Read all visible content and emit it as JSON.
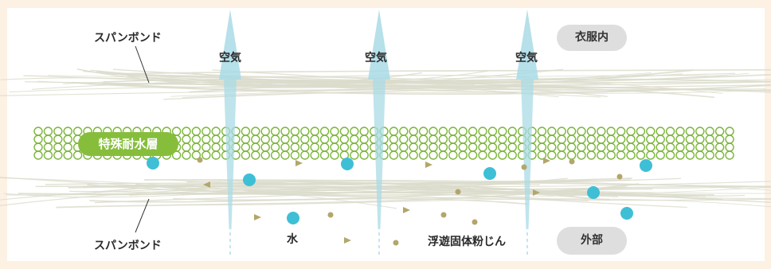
{
  "labels": {
    "spunbond_top": "スパンボンド",
    "spunbond_bottom": "スパンボンド",
    "air_1": "空気",
    "air_2": "空気",
    "air_3": "空気",
    "water": "水",
    "particles": "浮遊固体粉じん",
    "layer": "特殊耐水層",
    "inside": "衣服内",
    "outside": "外部"
  },
  "colors": {
    "background": "#fdf1e4",
    "layer_green": "#86be3c",
    "ring_green": "#7cb53a",
    "fiber": "#dcdccc",
    "air_arrow": "#a9dbe6",
    "water_drop": "#3ebfd6",
    "particle": "#b3a66a",
    "pill_gray": "#dedede"
  },
  "icons": {
    "water": "water-drop-icon",
    "particle": "dust-particle-icon",
    "air": "air-arrow-icon"
  }
}
